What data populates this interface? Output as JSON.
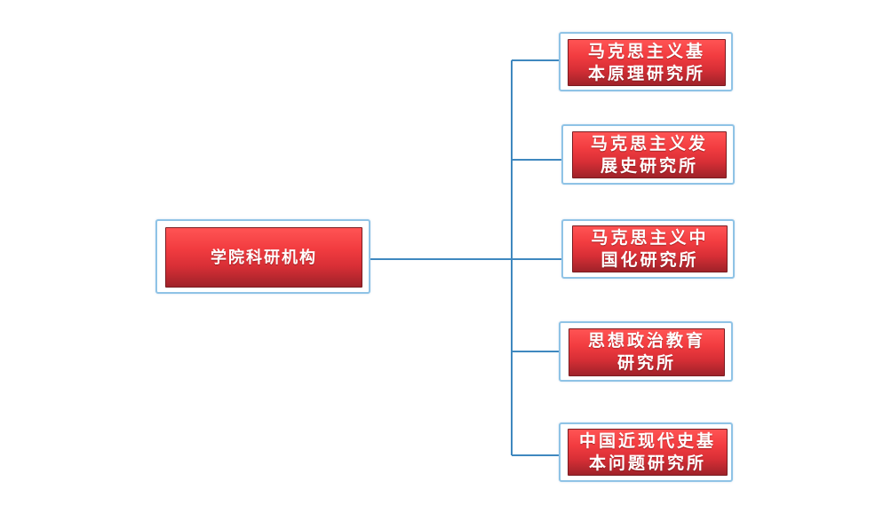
{
  "root": {
    "label": "学院科研机构"
  },
  "children": [
    {
      "label": "马克思主义基\n本原理研究所"
    },
    {
      "label": "马克思主义发\n展史研究所"
    },
    {
      "label": "马克思主义中\n国化研究所"
    },
    {
      "label": "思想政治教育\n研究所"
    },
    {
      "label": "中国近现代史基\n本问题研究所"
    }
  ],
  "colors": {
    "connector": "#3f88bf",
    "frame": "#8fc3e6",
    "node_top": "#ff5454",
    "node_bottom": "#9f2229"
  }
}
